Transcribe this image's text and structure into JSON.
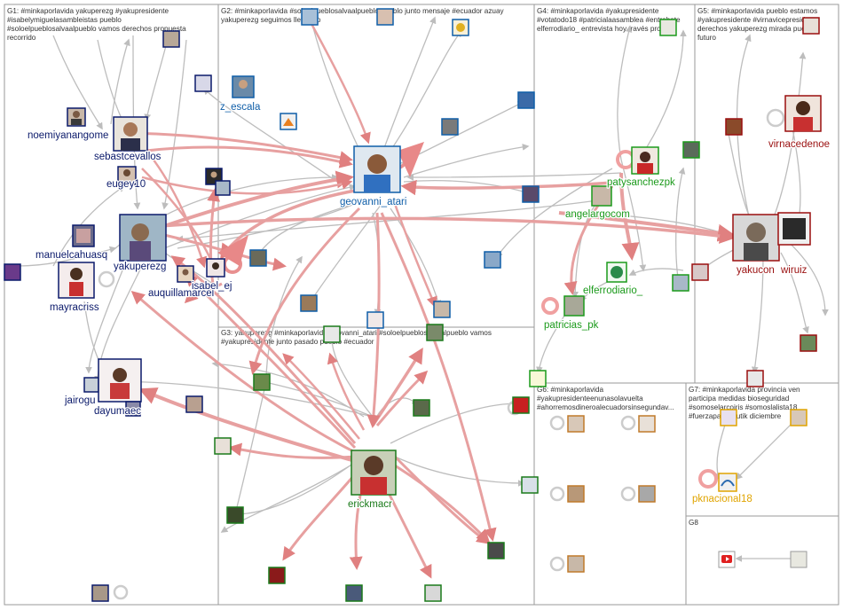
{
  "group_titles": {
    "g1": [
      "G1: #minkaporlavida yakuperezg #yakupresidente",
      "#isabelymiguelasambleistas pueblo",
      "#soloelpueblosalvaalpueblo vamos derechos propuesta",
      "recorrido"
    ],
    "g2": [
      "G2: #minkaporlavida #soloelpueblosalvaalpueblo pueblo junto mensaje #ecuador azuay",
      "yakuperezg seguimos llevando"
    ],
    "g3": [
      "G3: yakuperezg #minkaporlavida geovanni_atari #soloelpueblosalvaalpueblo vamos",
      "#yakupresidente junto pasado pueblo #ecuador"
    ],
    "g4": [
      "G4: #minkaporlavida #yakupresidente",
      "#votatodo18 #patricialaasamblea #entrebate",
      "elferrodiario_ entrevista hoy través pronto"
    ],
    "g5": [
      "G5: #minkaporlavida pueblo estamos",
      "#yakupresidente #virnavicepresidenta",
      "derechos yakuperezg mirada puesta",
      "futuro"
    ],
    "g6": [
      "G6: #minkaporlavida",
      "#yakupresidenteenunasolavuelta",
      "#ahorremosdineroalecuadorsinsegundav..."
    ],
    "g7": [
      "G7: #minkaporlavida provincia ven",
      "participa medidas bioseguridad",
      "#somoselarcoiris #somoslalista18",
      "#fuerzapachakutik diciembre"
    ],
    "g8": [
      "G8"
    ]
  },
  "node_labels": {
    "noemiyanangomez": "noemiyanangome",
    "sebastcevallos": "sebastcevallos",
    "eugey10": "eugey10",
    "manuelcahuasqui": "manuelcahuasq",
    "yakuperezg": "yakuperezg",
    "mayracriss": "mayracriss",
    "auquillamarcelo": "auquillamarcel",
    "isabel_ej": "isabel_ej",
    "jairoguaman": "jairogu",
    "dayumaec": "dayumaec",
    "z_escala": "z_escala",
    "geovanni_atari": "geovanni_atari",
    "patysanchezpk": "patysanchezpk",
    "angelargocom": "angelargocom",
    "elferrodiario": "elferrodiario_",
    "patricias_pk": "patricias_pk",
    "virnacedenoe": "virnacedenoe",
    "yakucon": "yakucon",
    "wiruiz": "wiruiz",
    "erickmacr": "erickmacr",
    "pknacional18": "pknacional18"
  },
  "colors": {
    "g1": "#0b1a6b",
    "g2": "#0f5ea8",
    "g3": "#1a7a1a",
    "g4": "#1b9a1b",
    "g5": "#9a0f0f",
    "g7": "#e0a400",
    "edge_strong": "#e07a7a",
    "edge_gray": "#b8b8b8",
    "box": "#9a9a9a"
  }
}
